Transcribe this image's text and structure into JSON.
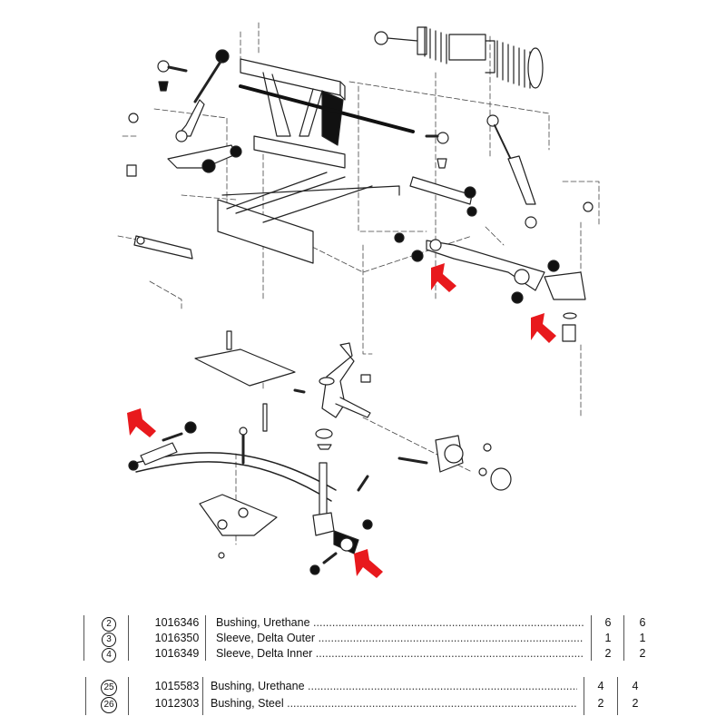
{
  "diagram": {
    "title": "Front Suspension Exploded View",
    "callout_color": "#e8191d",
    "callouts": [
      "arrow-upper-a-arm-bushing-left",
      "arrow-upper-a-arm-bushing-right",
      "arrow-leaf-spring-bushing",
      "arrow-lower-spindle-bushing"
    ]
  },
  "parts_table_1": {
    "rows": [
      {
        "ref": "2",
        "part_number": "1016346",
        "description": "Bushing, Urethane",
        "qty_a": "6",
        "qty_b": "6"
      },
      {
        "ref": "3",
        "part_number": "1016350",
        "description": "Sleeve, Delta Outer",
        "qty_a": "1",
        "qty_b": "1"
      },
      {
        "ref": "4",
        "part_number": "1016349",
        "description": "Sleeve, Delta Inner",
        "qty_a": "2",
        "qty_b": "2"
      }
    ]
  },
  "parts_table_2": {
    "rows": [
      {
        "ref": "25",
        "part_number": "1015583",
        "description": "Bushing, Urethane",
        "qty_a": "4",
        "qty_b": "4"
      },
      {
        "ref": "26",
        "part_number": "1012303",
        "description": "Bushing, Steel",
        "qty_a": "2",
        "qty_b": "2"
      }
    ]
  },
  "leader_dots": "......................................................................................................................"
}
